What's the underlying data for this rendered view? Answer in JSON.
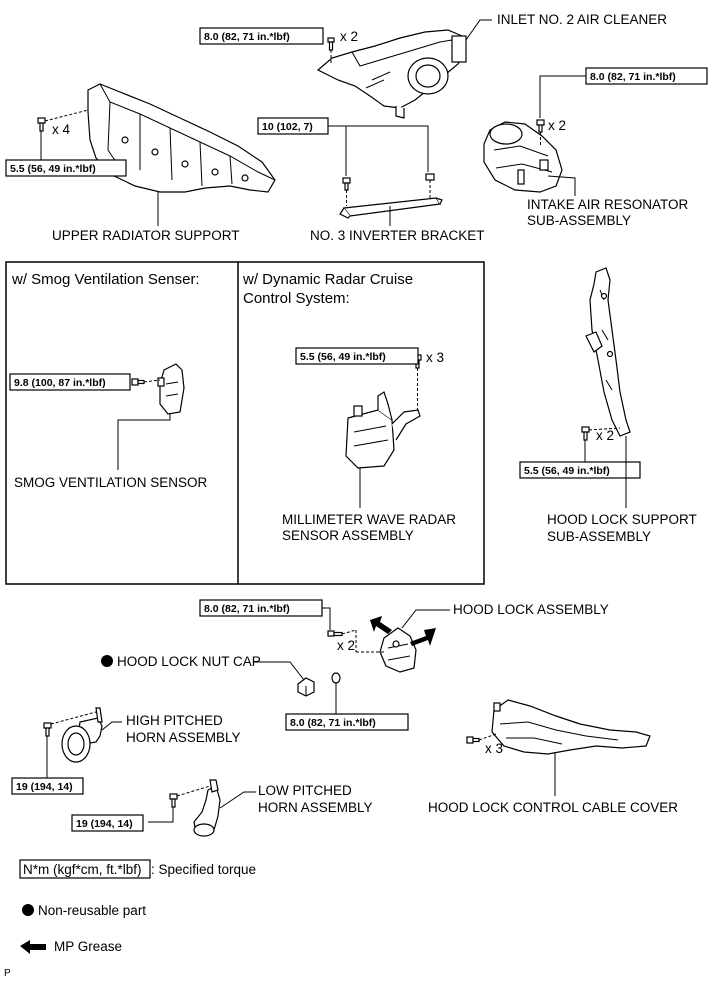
{
  "labels": {
    "inlet_air_cleaner": "INLET NO. 2 AIR CLEANER",
    "upper_radiator_support": "UPPER RADIATOR SUPPORT",
    "inverter_bracket": "NO. 3 INVERTER BRACKET",
    "intake_resonator_1": "INTAKE AIR RESONATOR",
    "intake_resonator_2": "SUB-ASSEMBLY",
    "smog_section_title": "w/ Smog Ventilation Senser:",
    "radar_section_title_1": "w/ Dynamic Radar Cruise",
    "radar_section_title_2": "Control System:",
    "smog_sensor": "SMOG VENTILATION SENSOR",
    "radar_sensor_1": "MILLIMETER WAVE RADAR",
    "radar_sensor_2": "SENSOR ASSEMBLY",
    "hood_lock_support_1": "HOOD LOCK SUPPORT",
    "hood_lock_support_2": "SUB-ASSEMBLY",
    "hood_lock_assembly": "HOOD LOCK ASSEMBLY",
    "hood_lock_nut_cap": "HOOD LOCK NUT CAP",
    "high_horn_1": "HIGH PITCHED",
    "high_horn_2": "HORN ASSEMBLY",
    "low_horn_1": "LOW PITCHED",
    "low_horn_2": "HORN ASSEMBLY",
    "cable_cover": "HOOD LOCK CONTROL CABLE COVER"
  },
  "torques": {
    "inlet": "8.0 (82, 71 in.*lbf)",
    "resonator": "8.0 (82, 71 in.*lbf)",
    "bracket": "10 (102, 7)",
    "radiator": "5.5 (56, 49 in.*lbf)",
    "smog": "9.8 (100, 87 in.*lbf)",
    "radar": "5.5 (56, 49 in.*lbf)",
    "hood_support": "5.5 (56, 49 in.*lbf)",
    "hood_lock_top": "8.0 (82, 71 in.*lbf)",
    "hood_lock_bottom": "8.0 (82, 71 in.*lbf)",
    "high_horn": "19 (194, 14)",
    "low_horn": "19 (194, 14)"
  },
  "quantities": {
    "inlet": "x 2",
    "resonator": "x 2",
    "radiator": "x 4",
    "radar": "x 3",
    "hood_support": "x 2",
    "hood_lock": "x 2",
    "cable_cover": "x 3"
  },
  "legend": {
    "torque_unit": "N*m (kgf*cm, ft.*lbf)",
    "torque_desc": ": Specified torque",
    "non_reusable": "Non-reusable part",
    "grease": "MP Grease"
  },
  "corner_mark": "P"
}
